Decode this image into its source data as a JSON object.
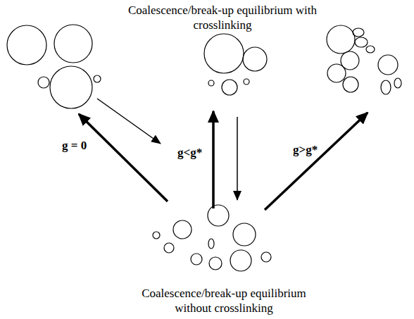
{
  "diagram": {
    "labels": [
      "Coalescence/break-up equilibrium with crosslinking",
      "g = 0",
      "g<g*",
      "g>g*",
      "Coalescence/break-up equilibrium without crosslinking"
    ]
  }
}
